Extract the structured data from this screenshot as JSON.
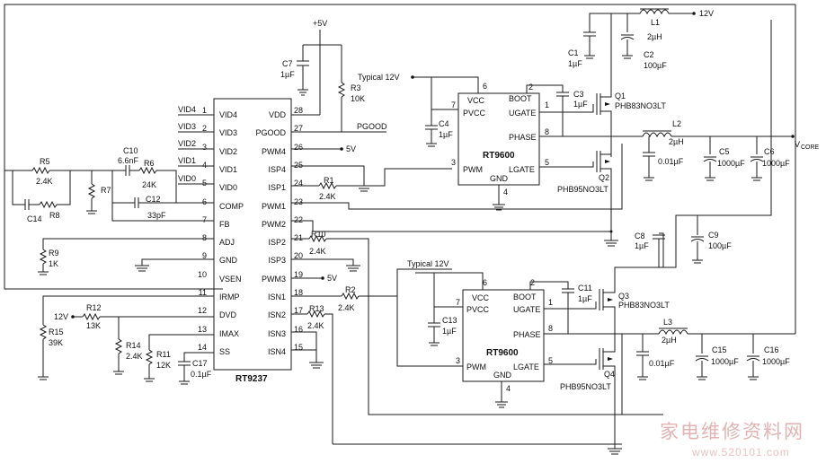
{
  "chips": {
    "rt9237": {
      "name": "RT9237",
      "left_pins": [
        {
          "num": "1",
          "label": "VID4"
        },
        {
          "num": "2",
          "label": "VID3"
        },
        {
          "num": "3",
          "label": "VID2"
        },
        {
          "num": "4",
          "label": "VID1"
        },
        {
          "num": "5",
          "label": "VID0"
        },
        {
          "num": "6",
          "label": "COMP"
        },
        {
          "num": "7",
          "label": "FB"
        },
        {
          "num": "8",
          "label": "ADJ"
        },
        {
          "num": "9",
          "label": "GND"
        },
        {
          "num": "10",
          "label": "VSEN"
        },
        {
          "num": "11",
          "label": "IRMP"
        },
        {
          "num": "12",
          "label": "DVD"
        },
        {
          "num": "13",
          "label": "IMAX"
        },
        {
          "num": "14",
          "label": "SS"
        }
      ],
      "right_pins": [
        {
          "num": "28",
          "label": "VDD"
        },
        {
          "num": "27",
          "label": "PGOOD"
        },
        {
          "num": "26",
          "label": "PWM4"
        },
        {
          "num": "25",
          "label": "ISP4"
        },
        {
          "num": "24",
          "label": "ISP1"
        },
        {
          "num": "23",
          "label": "PWM1"
        },
        {
          "num": "22",
          "label": "PWM2"
        },
        {
          "num": "21",
          "label": "ISP2"
        },
        {
          "num": "20",
          "label": "ISP3"
        },
        {
          "num": "19",
          "label": "PWM3"
        },
        {
          "num": "18",
          "label": "ISN1"
        },
        {
          "num": "17",
          "label": "ISN2"
        },
        {
          "num": "16",
          "label": "ISN3"
        },
        {
          "num": "15",
          "label": "ISN4"
        }
      ]
    },
    "rt9600_top": {
      "name": "RT9600",
      "pins": {
        "vcc": "VCC",
        "pvcc": "PVCC",
        "pwm": "PWM",
        "boot": "BOOT",
        "ugate": "UGATE",
        "phase": "PHASE",
        "lgate": "LGATE",
        "gnd": "GND"
      },
      "pin_numbers": {
        "vcc": "6",
        "pvcc": "7",
        "pwm": "3",
        "boot": "2",
        "ugate": "1",
        "phase": "8",
        "lgate": "5",
        "gnd": "4"
      }
    },
    "rt9600_bottom": {
      "name": "RT9600",
      "pins": {
        "vcc": "VCC",
        "pvcc": "PVCC",
        "pwm": "PWM",
        "boot": "BOOT",
        "ugate": "UGATE",
        "phase": "PHASE",
        "lgate": "LGATE",
        "gnd": "GND"
      },
      "pin_numbers": {
        "vcc": "6",
        "pvcc": "7",
        "pwm": "3",
        "boot": "2",
        "ugate": "1",
        "phase": "8",
        "lgate": "5",
        "gnd": "4"
      }
    }
  },
  "nets": {
    "plus5v": "+5V",
    "pgood": "PGOOD",
    "pwm4_5v": "5V",
    "pwm3_5v": "5V",
    "vin_12v": "12V",
    "dvd_12v": "12V",
    "typical_top": "Typical  12V",
    "typical_bottom": "Typical  12V",
    "vcore": "V",
    "vcore_sub": "CORE"
  },
  "components": {
    "c7": {
      "name": "C7",
      "value": "1µF"
    },
    "r3": {
      "name": "R3",
      "value": "10K"
    },
    "r5": {
      "name": "R5",
      "value": "2.4K"
    },
    "r7": {
      "name": "R7"
    },
    "c14": {
      "name": "C14"
    },
    "r8": {
      "name": "R8"
    },
    "c10": {
      "name": "C10",
      "value": "6.6nF"
    },
    "r6": {
      "name": "R6",
      "value": "24K"
    },
    "c12": {
      "name": "C12",
      "value": "33pF"
    },
    "r9": {
      "name": "R9",
      "value": "1K"
    },
    "r12": {
      "name": "R12",
      "value": "13K"
    },
    "r14": {
      "name": "R14",
      "value": "2.4K"
    },
    "r11": {
      "name": "R11",
      "value": "12K"
    },
    "c17": {
      "name": "C17",
      "value": "0.1µF"
    },
    "r15": {
      "name": "R15",
      "value": "39K"
    },
    "r1": {
      "name": "R1",
      "value": "2.4K"
    },
    "r10": {
      "name": "R10",
      "value": "2.4K"
    },
    "r2": {
      "name": "R2",
      "value": "2.4K"
    },
    "r13": {
      "name": "R13",
      "value": "2.4K"
    },
    "c4": {
      "name": "C4",
      "value": "1µF"
    },
    "c3": {
      "name": "C3",
      "value": "1µF"
    },
    "c1": {
      "name": "C1",
      "value": "1µF"
    },
    "c2": {
      "name": "C2",
      "value": "100µF"
    },
    "l1": {
      "name": "L1",
      "value": "2µH"
    },
    "q1": {
      "name": "Q1",
      "part": "PHB83NO3LT"
    },
    "q2": {
      "name": "Q2",
      "part": "PHB95NO3LT"
    },
    "l2": {
      "name": "L2",
      "value": "2µH"
    },
    "c0a": {
      "value": "0.01µF"
    },
    "c5": {
      "name": "C5",
      "value": "1000µF"
    },
    "c6": {
      "name": "C6",
      "value": "1000µF"
    },
    "c8": {
      "name": "C8",
      "value": "1µF"
    },
    "c9": {
      "name": "C9",
      "value": "100µF"
    },
    "c11": {
      "name": "C11",
      "value": "1µF"
    },
    "c13": {
      "name": "C13",
      "value": "1µF"
    },
    "q3": {
      "name": "Q3",
      "part": "PHB83NO3LT"
    },
    "q4": {
      "name": "Q4",
      "part": "PHB95NO3LT"
    },
    "l3": {
      "name": "L3",
      "value": "2µH"
    },
    "c0b": {
      "value": "0.01µF"
    },
    "c15": {
      "name": "C15",
      "value": "1000µF"
    },
    "c16": {
      "name": "C16",
      "value": "1000µF"
    }
  },
  "watermark": {
    "text": "家电维修资料网",
    "url": "www.520101.com"
  },
  "colors": {
    "line": "#1a1a1a",
    "watermark": "#e3b3b3"
  }
}
